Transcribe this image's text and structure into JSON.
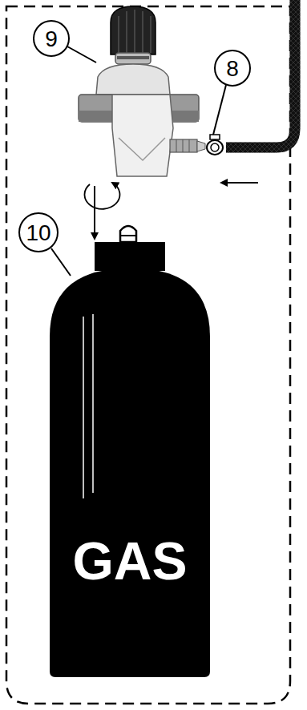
{
  "diagram": {
    "labels": [
      "9",
      "8",
      "10",
      "GAS"
    ]
  }
}
